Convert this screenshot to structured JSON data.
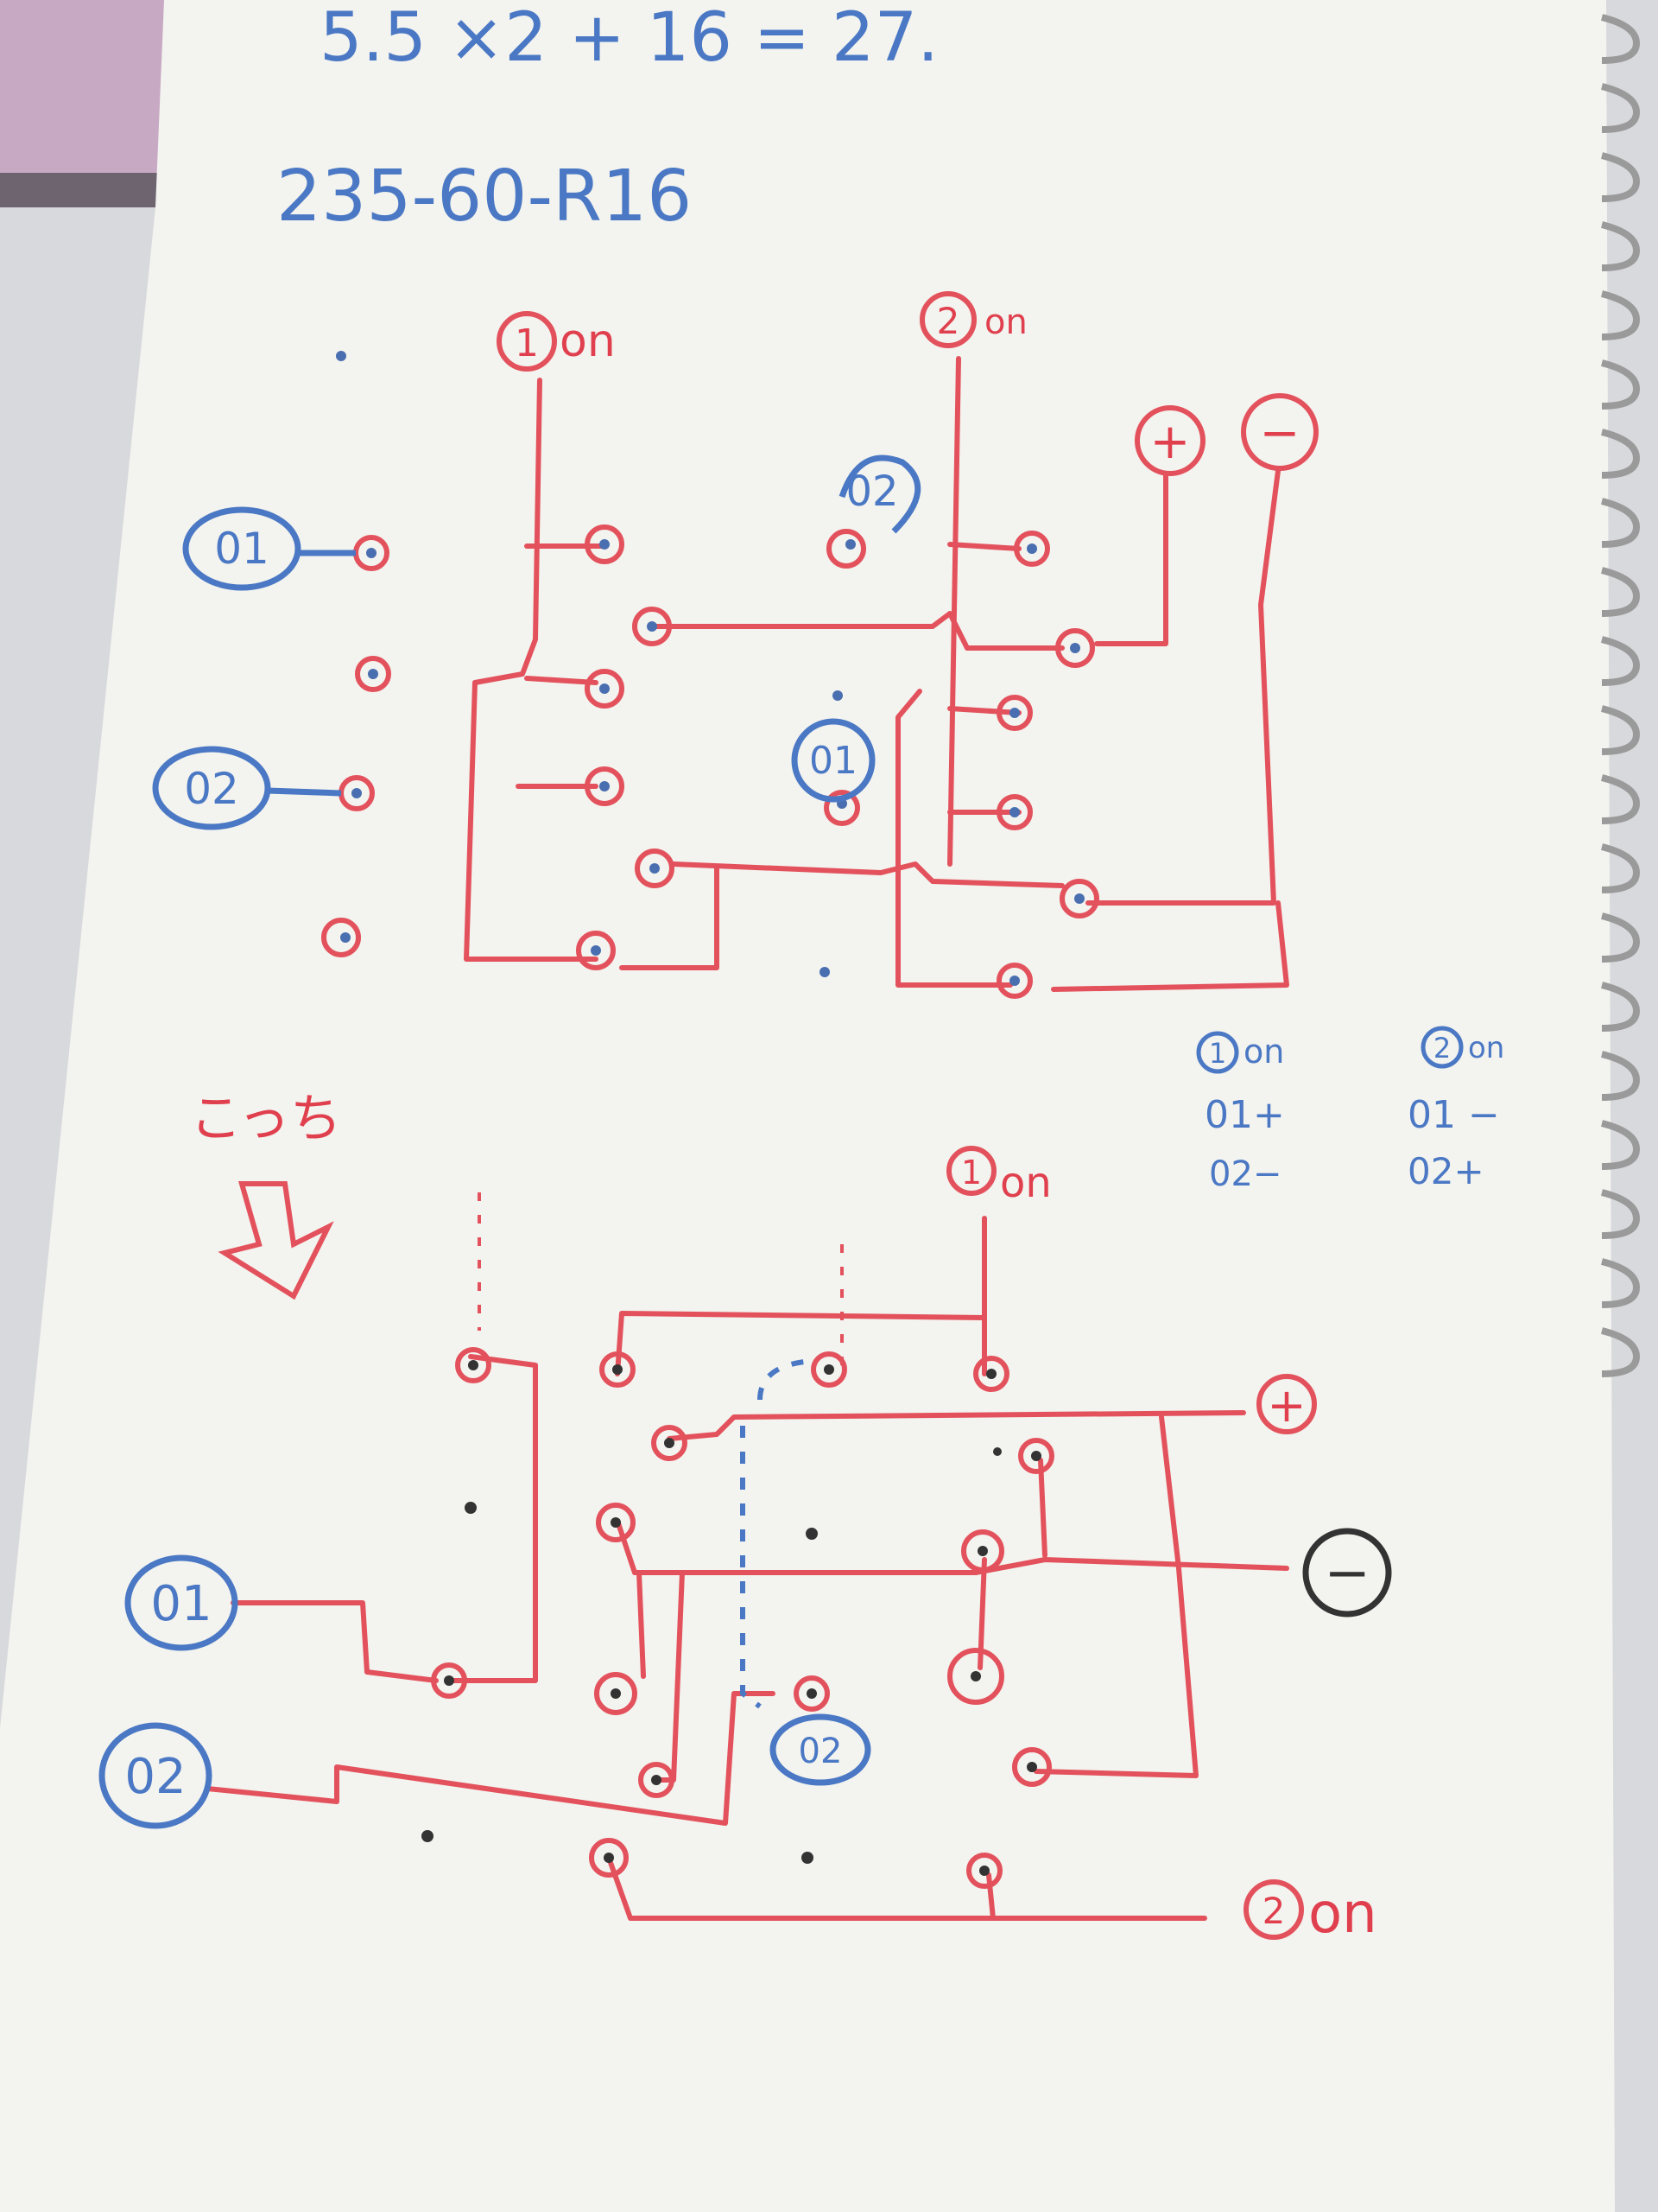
{
  "equation": "5.5 ×2 + 16 = 27.",
  "tire_size": "235-60-R16",
  "arrow_note": "こっち",
  "top_diagram": {
    "sw1_label": "1",
    "sw1_suffix": "on",
    "sw2_label": "2",
    "sw2_suffix": "on",
    "plus": "+",
    "minus": "−",
    "o1_label": "01",
    "o2_label": "02",
    "o2_mid": "02",
    "o1_mid": "01"
  },
  "legend": {
    "col1_head_num": "1",
    "col1_head": "on",
    "col2_head_num": "2",
    "col2_head": "on",
    "col1_row1": "01+",
    "col1_row2": "02−",
    "col2_row1": "01 −",
    "col2_row2": "02+"
  },
  "bottom_diagram": {
    "sw1_label": "1",
    "sw1_suffix": "on",
    "sw2_label": "2",
    "sw2_suffix": "on",
    "plus": "+",
    "minus": "−",
    "o1_label": "01",
    "o2_label": "02",
    "o2_mid": "02"
  },
  "colors": {
    "red_ink": "#e3525c",
    "blue_ink": "#4a78c4",
    "paper": "#f3f3ef"
  }
}
